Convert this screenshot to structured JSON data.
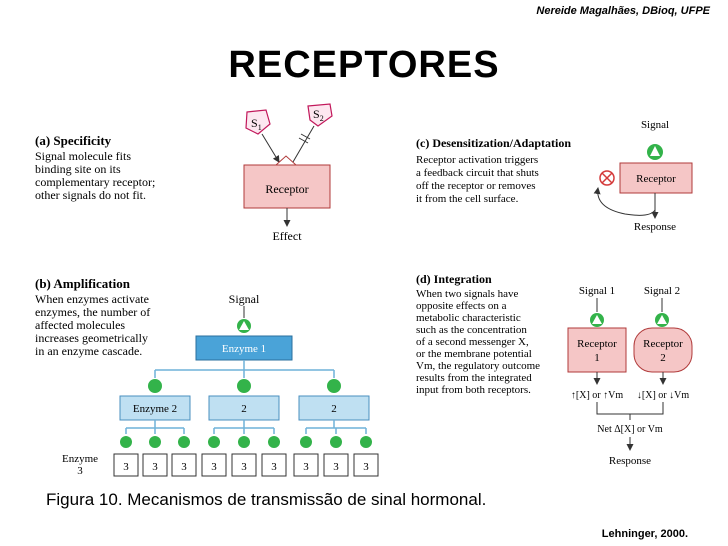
{
  "header": {
    "credit": "Nereide Magalhães, DBioq, UFPE",
    "title": "RECEPTORES"
  },
  "panels": {
    "specificity": {
      "heading": "(a) Specificity",
      "text": [
        "Signal molecule fits",
        "binding site on its",
        "complementary receptor;",
        "other signals do not fit."
      ],
      "s1": "S",
      "s1_sub": "1",
      "s2": "S",
      "s2_sub": "2",
      "receptor": "Receptor",
      "effect": "Effect"
    },
    "desensitization": {
      "heading": "(c) Desensitization/Adaptation",
      "text": [
        "Receptor activation triggers",
        "a feedback circuit that shuts",
        "off the receptor or removes",
        "it from the cell surface."
      ],
      "signal": "Signal",
      "receptor": "Receptor",
      "response": "Response"
    },
    "amplification": {
      "heading": "(b) Amplification",
      "text": [
        "When enzymes activate",
        "enzymes, the number of",
        "affected molecules",
        "increases geometrically",
        "in an enzyme cascade."
      ],
      "signal": "Signal",
      "enzyme1": "Enzyme 1",
      "enzyme2": "Enzyme 2",
      "level2": "2",
      "enzyme3_line1": "Enzyme",
      "enzyme3_line2": "3",
      "level3": "3"
    },
    "integration": {
      "heading": "(d) Integration",
      "text": [
        "When two signals have",
        "opposite effects on a",
        "metabolic characteristic",
        "such as the concentration",
        "of a second messenger X,",
        "or the membrane potential",
        "Vm, the regulatory outcome",
        "results from the integrated",
        "input from both receptors."
      ],
      "signal1": "Signal 1",
      "signal2": "Signal 2",
      "receptor1_line1": "Receptor",
      "receptor1_line2": "1",
      "receptor2_line1": "Receptor",
      "receptor2_line2": "2",
      "out1": "↑[X] or ↑Vm",
      "out2": "↓[X] or ↓Vm",
      "net": "Net Δ[X] or Vm",
      "response": "Response"
    }
  },
  "caption": "Figura 10. Mecanismos de transmissão de sinal hormonal.",
  "source": "Lehninger, 2000.",
  "colors": {
    "receptor_fill": "#f5c6c6",
    "enzyme_fill": "#bfe0f2",
    "enzyme1_fill": "#4aa3d8",
    "signal_green": "#33b34a",
    "inhibit_red": "#d43a3a",
    "panel_border": "#6fb2d9"
  }
}
